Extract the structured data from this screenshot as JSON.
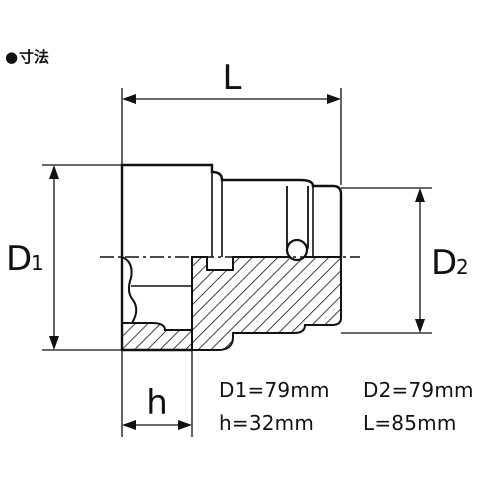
{
  "header": {
    "bullet": "●",
    "title": "寸法"
  },
  "dimensions": {
    "L": "L",
    "h": "h",
    "D1": {
      "main": "D",
      "sub": "1"
    },
    "D2": {
      "main": "D",
      "sub": "2"
    }
  },
  "specs": {
    "d1": "D1=79mm",
    "d2": "D2=79mm",
    "h": "h=32mm",
    "l": "L=85mm"
  }
}
